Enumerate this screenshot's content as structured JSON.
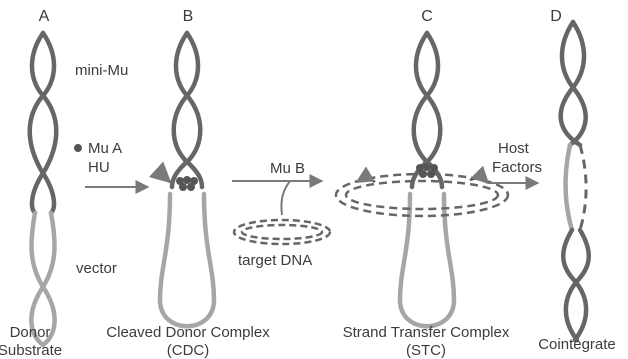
{
  "panels": [
    "A",
    "B",
    "C",
    "D"
  ],
  "labels": {
    "mini_mu": "mini-Mu",
    "vector": "vector",
    "mu_a": "Mu A",
    "hu": "HU",
    "mu_b": "Mu B",
    "target_dna": "target DNA",
    "host": "Host",
    "factors": "Factors"
  },
  "captions": {
    "a1": "Donor",
    "a2": "Substrate",
    "b1": "Cleaved Donor Complex",
    "b2": "(CDC)",
    "c1": "Strand Transfer Complex",
    "c2": "(STC)",
    "d1": "Cointegrate"
  },
  "colors": {
    "mu_strand": "#666666",
    "vector_strand": "#a6a6a6",
    "protein": "#555555",
    "arrow": "#7a7a7a",
    "text": "#3c3c3c"
  }
}
